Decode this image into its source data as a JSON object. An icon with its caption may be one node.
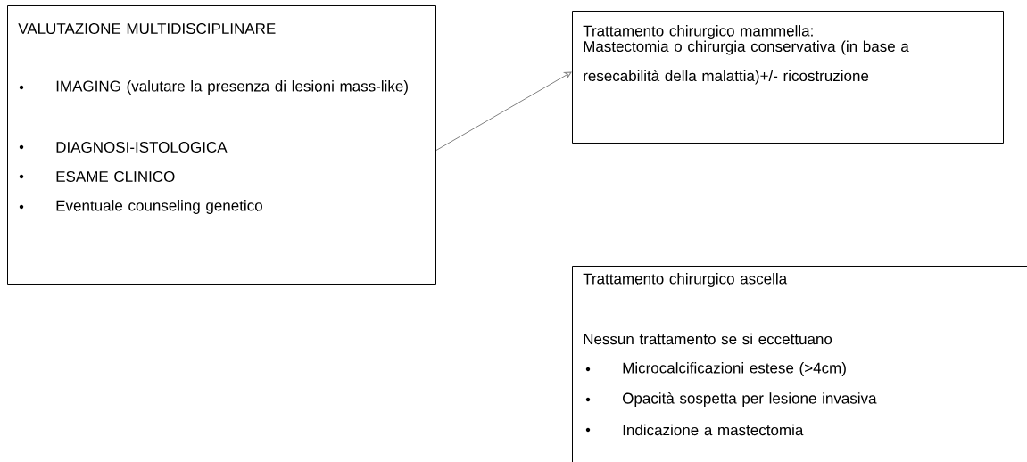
{
  "diagram": {
    "nodes": [
      {
        "text": [
          "VALUTAZIONE MULTIDISCIPLINARE",
          "IMAGING (valutare la presenza di lesioni mass-like)",
          "DIAGNOSI-ISTOLOGICA",
          "ESAME CLINICO",
          "Eventuale counseling genetico"
        ]
      },
      {
        "text": [
          "Trattamento chirurgico mammella:",
          "Mastectomia o chirurgia conservativa (in base a resecabilità della malattia)+/- ricostruzione"
        ]
      },
      {
        "text": [
          "Trattamento chirurgico ascella",
          "Nessun trattamento se si eccettuano",
          "Microcalcificazioni estese (>4cm)",
          "Opacità sospetta per lesione invasiva",
          "Indicazione a mastectomia"
        ]
      }
    ],
    "edges": [
      {
        "from": 0,
        "to": 1,
        "arrow": "to",
        "color": "#808080"
      }
    ]
  }
}
